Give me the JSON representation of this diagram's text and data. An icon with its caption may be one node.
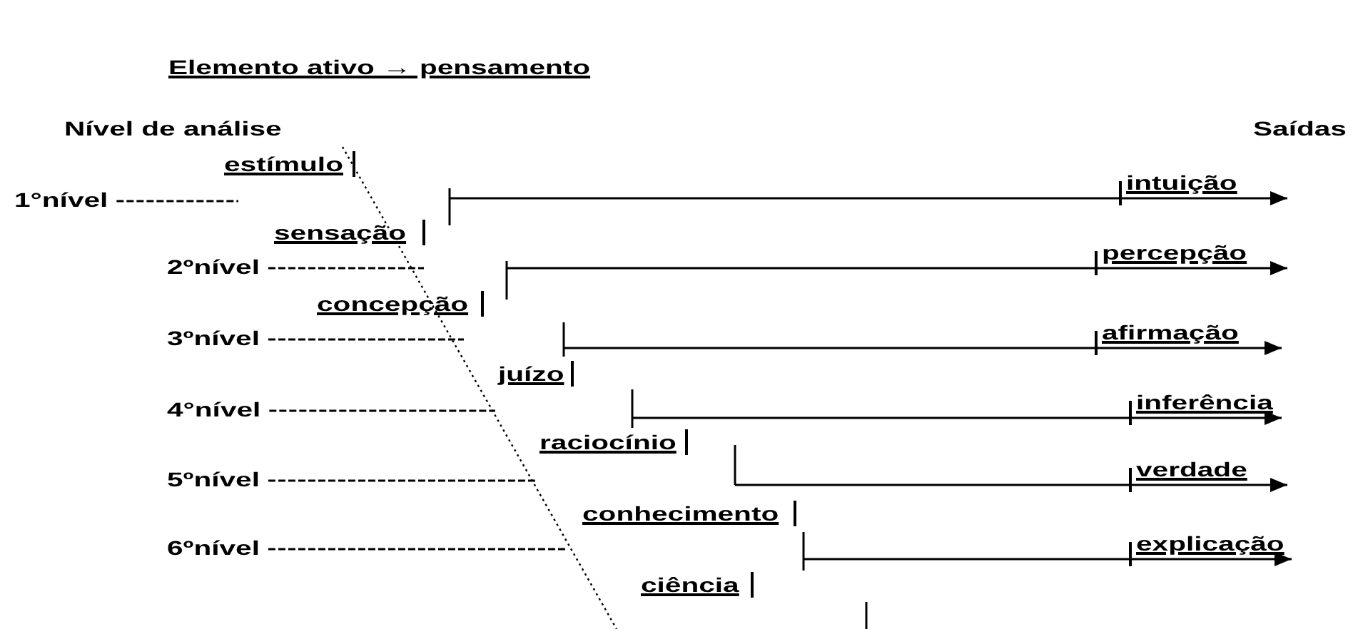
{
  "diagram": {
    "title": "Elemento ativo → pensamento",
    "nodes": [
      {
        "text": [
          "intuição"
        ]
      },
      {
        "text": [
          "percepção"
        ]
      },
      {
        "text": [
          "afirmação"
        ]
      },
      {
        "text": [
          "inferência"
        ]
      },
      {
        "text": [
          "verdade"
        ]
      },
      {
        "text": [
          "explicação"
        ]
      }
    ],
    "edges": [
      {
        "from": null,
        "to": 0,
        "arrow": "to"
      },
      {
        "from": null,
        "to": 1,
        "arrow": "to"
      },
      {
        "from": null,
        "to": 2,
        "arrow": "to"
      },
      {
        "from": null,
        "to": 3,
        "arrow": "to"
      },
      {
        "from": null,
        "to": 4,
        "arrow": "to"
      },
      {
        "from": null,
        "to": 5,
        "arrow": "to"
      }
    ],
    "labels": [
      "Nível de análise",
      "Saídas",
      "estímulo",
      "1°nível",
      "sensação",
      "2ºnível",
      "concepção",
      "3ºnível",
      "juízo",
      "4°nível",
      "raciocínio",
      "5ºnível",
      "conhecimento",
      "6ºnível",
      "ciência"
    ]
  }
}
